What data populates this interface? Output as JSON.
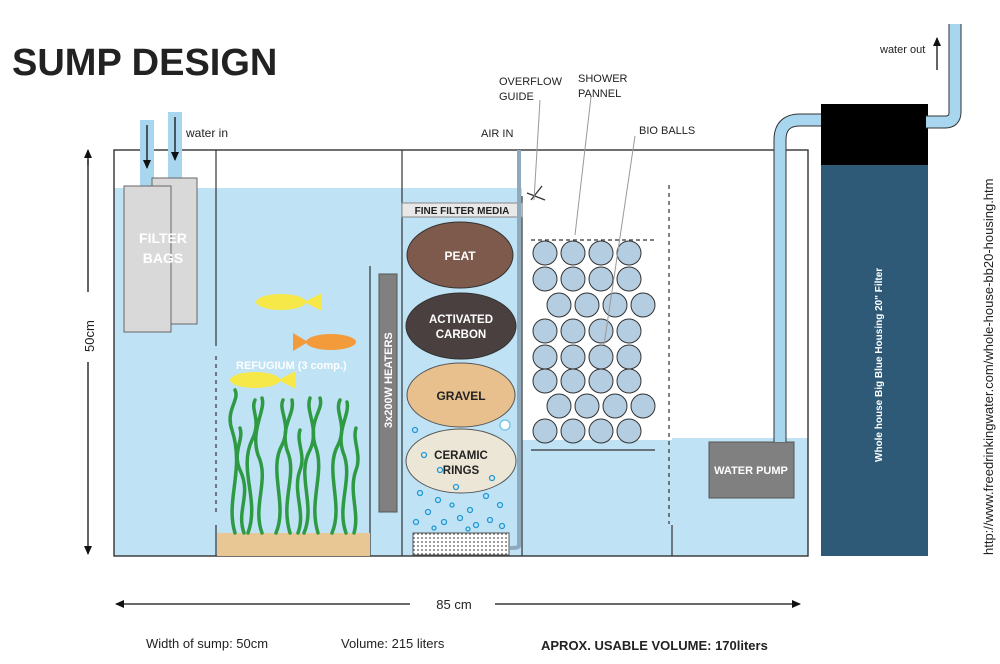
{
  "title": "SUMP DESIGN",
  "labels": {
    "water_in": "water in",
    "water_out": "water out",
    "filter_bags": [
      "FILTER",
      "BAGS"
    ],
    "refugium": "REFUGIUM (3 comp.)",
    "heaters": "3x200W HEATERS",
    "air_in": "AIR IN",
    "overflow_guide": [
      "OVERFLOW",
      "GUIDE"
    ],
    "shower_panel": [
      "SHOWER",
      "PANNEL"
    ],
    "bio_balls": "BIO BALLS",
    "fine_filter_media": "FINE FILTER MEDIA",
    "peat": "PEAT",
    "activated_carbon": [
      "ACTIVATED",
      "CARBON"
    ],
    "gravel": "GRAVEL",
    "ceramic_rings": [
      "CERAMIC",
      "RINGS"
    ],
    "water_pump": "WATER PUMP",
    "housing_filter": "Whole house Big Blue Housing 20\" Filter",
    "url": "http://www.freedrinkingwater.com/whole-house-bb20-housing.htm"
  },
  "dimensions": {
    "height": "50cm",
    "length": "85 cm"
  },
  "footer": {
    "width": "Width of sump: 50cm",
    "volume": "Volume: 215 liters",
    "usable": "APROX. USABLE VOLUME: 170liters"
  },
  "colors": {
    "water": "#bfe2f4",
    "pipe": "#a9d6ef",
    "filter_housing": "#2e5a78",
    "housing_cap": "#000000",
    "peat": "#7d5a4b",
    "carbon": "#4a4040",
    "gravel": "#e8c08e",
    "ceramic": "#ece6d6",
    "pump": "#808080",
    "sand": "#e8c795",
    "filter_bag": "#d9d9d9",
    "plant": "#2e9a43",
    "fish_yellow": "#f7e84a",
    "fish_orange": "#f39b3a",
    "bio_ball": "#b5cde0"
  }
}
